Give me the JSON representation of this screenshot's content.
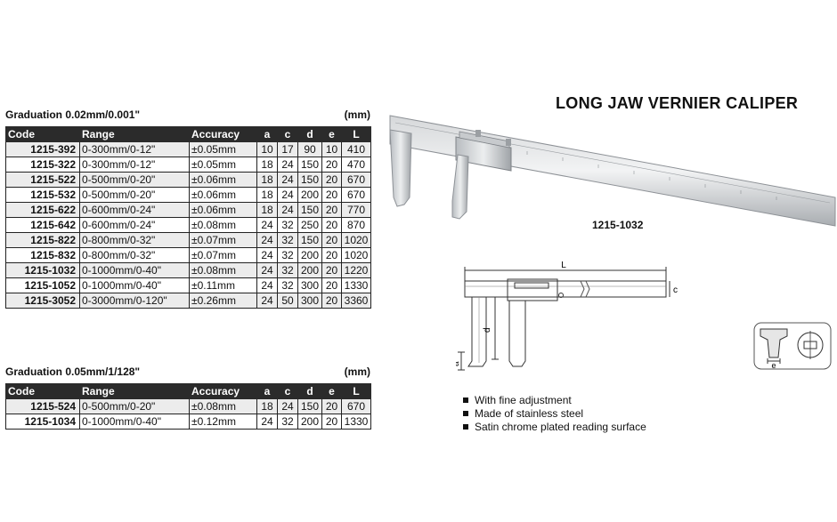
{
  "title": "LONG JAW VERNIER CALIPER",
  "model_label": "1215-1032",
  "table1": {
    "graduation_label": "Graduation",
    "graduation_value": "0.02mm/0.001\"",
    "unit": "(mm)",
    "headers": [
      "Code",
      "Range",
      "Accuracy",
      "a",
      "c",
      "d",
      "e",
      "L"
    ],
    "rows": [
      [
        "1215-392",
        "0-300mm/0-12\"",
        "±0.05mm",
        "10",
        "17",
        "90",
        "10",
        "410"
      ],
      [
        "1215-322",
        "0-300mm/0-12\"",
        "±0.05mm",
        "18",
        "24",
        "150",
        "20",
        "470"
      ],
      [
        "1215-522",
        "0-500mm/0-20\"",
        "±0.06mm",
        "18",
        "24",
        "150",
        "20",
        "670"
      ],
      [
        "1215-532",
        "0-500mm/0-20\"",
        "±0.06mm",
        "18",
        "24",
        "200",
        "20",
        "670"
      ],
      [
        "1215-622",
        "0-600mm/0-24\"",
        "±0.06mm",
        "18",
        "24",
        "150",
        "20",
        "770"
      ],
      [
        "1215-642",
        "0-600mm/0-24\"",
        "±0.08mm",
        "24",
        "32",
        "250",
        "20",
        "870"
      ],
      [
        "1215-822",
        "0-800mm/0-32\"",
        "±0.07mm",
        "24",
        "32",
        "150",
        "20",
        "1020"
      ],
      [
        "1215-832",
        "0-800mm/0-32\"",
        "±0.07mm",
        "24",
        "32",
        "200",
        "20",
        "1020"
      ],
      [
        "1215-1032",
        "0-1000mm/0-40\"",
        "±0.08mm",
        "24",
        "32",
        "200",
        "20",
        "1220"
      ],
      [
        "1215-1052",
        "0-1000mm/0-40\"",
        "±0.11mm",
        "24",
        "32",
        "300",
        "20",
        "1330"
      ],
      [
        "1215-3052",
        "0-3000mm/0-120\"",
        "±0.26mm",
        "24",
        "50",
        "300",
        "20",
        "3360"
      ]
    ]
  },
  "table2": {
    "graduation_label": "Graduation",
    "graduation_value": "0.05mm/1/128\"",
    "unit": "(mm)",
    "headers": [
      "Code",
      "Range",
      "Accuracy",
      "a",
      "c",
      "d",
      "e",
      "L"
    ],
    "rows": [
      [
        "1215-524",
        "0-500mm/0-20\"",
        "±0.08mm",
        "18",
        "24",
        "150",
        "20",
        "670"
      ],
      [
        "1215-1034",
        "0-1000mm/0-40\"",
        "±0.12mm",
        "24",
        "32",
        "200",
        "20",
        "1330"
      ]
    ]
  },
  "diagram_labels": {
    "L": "L",
    "c": "c",
    "d": "d",
    "a": "a",
    "e": "e"
  },
  "features": [
    "With fine adjustment",
    "Made of stainless steel",
    "Satin chrome plated reading surface"
  ]
}
